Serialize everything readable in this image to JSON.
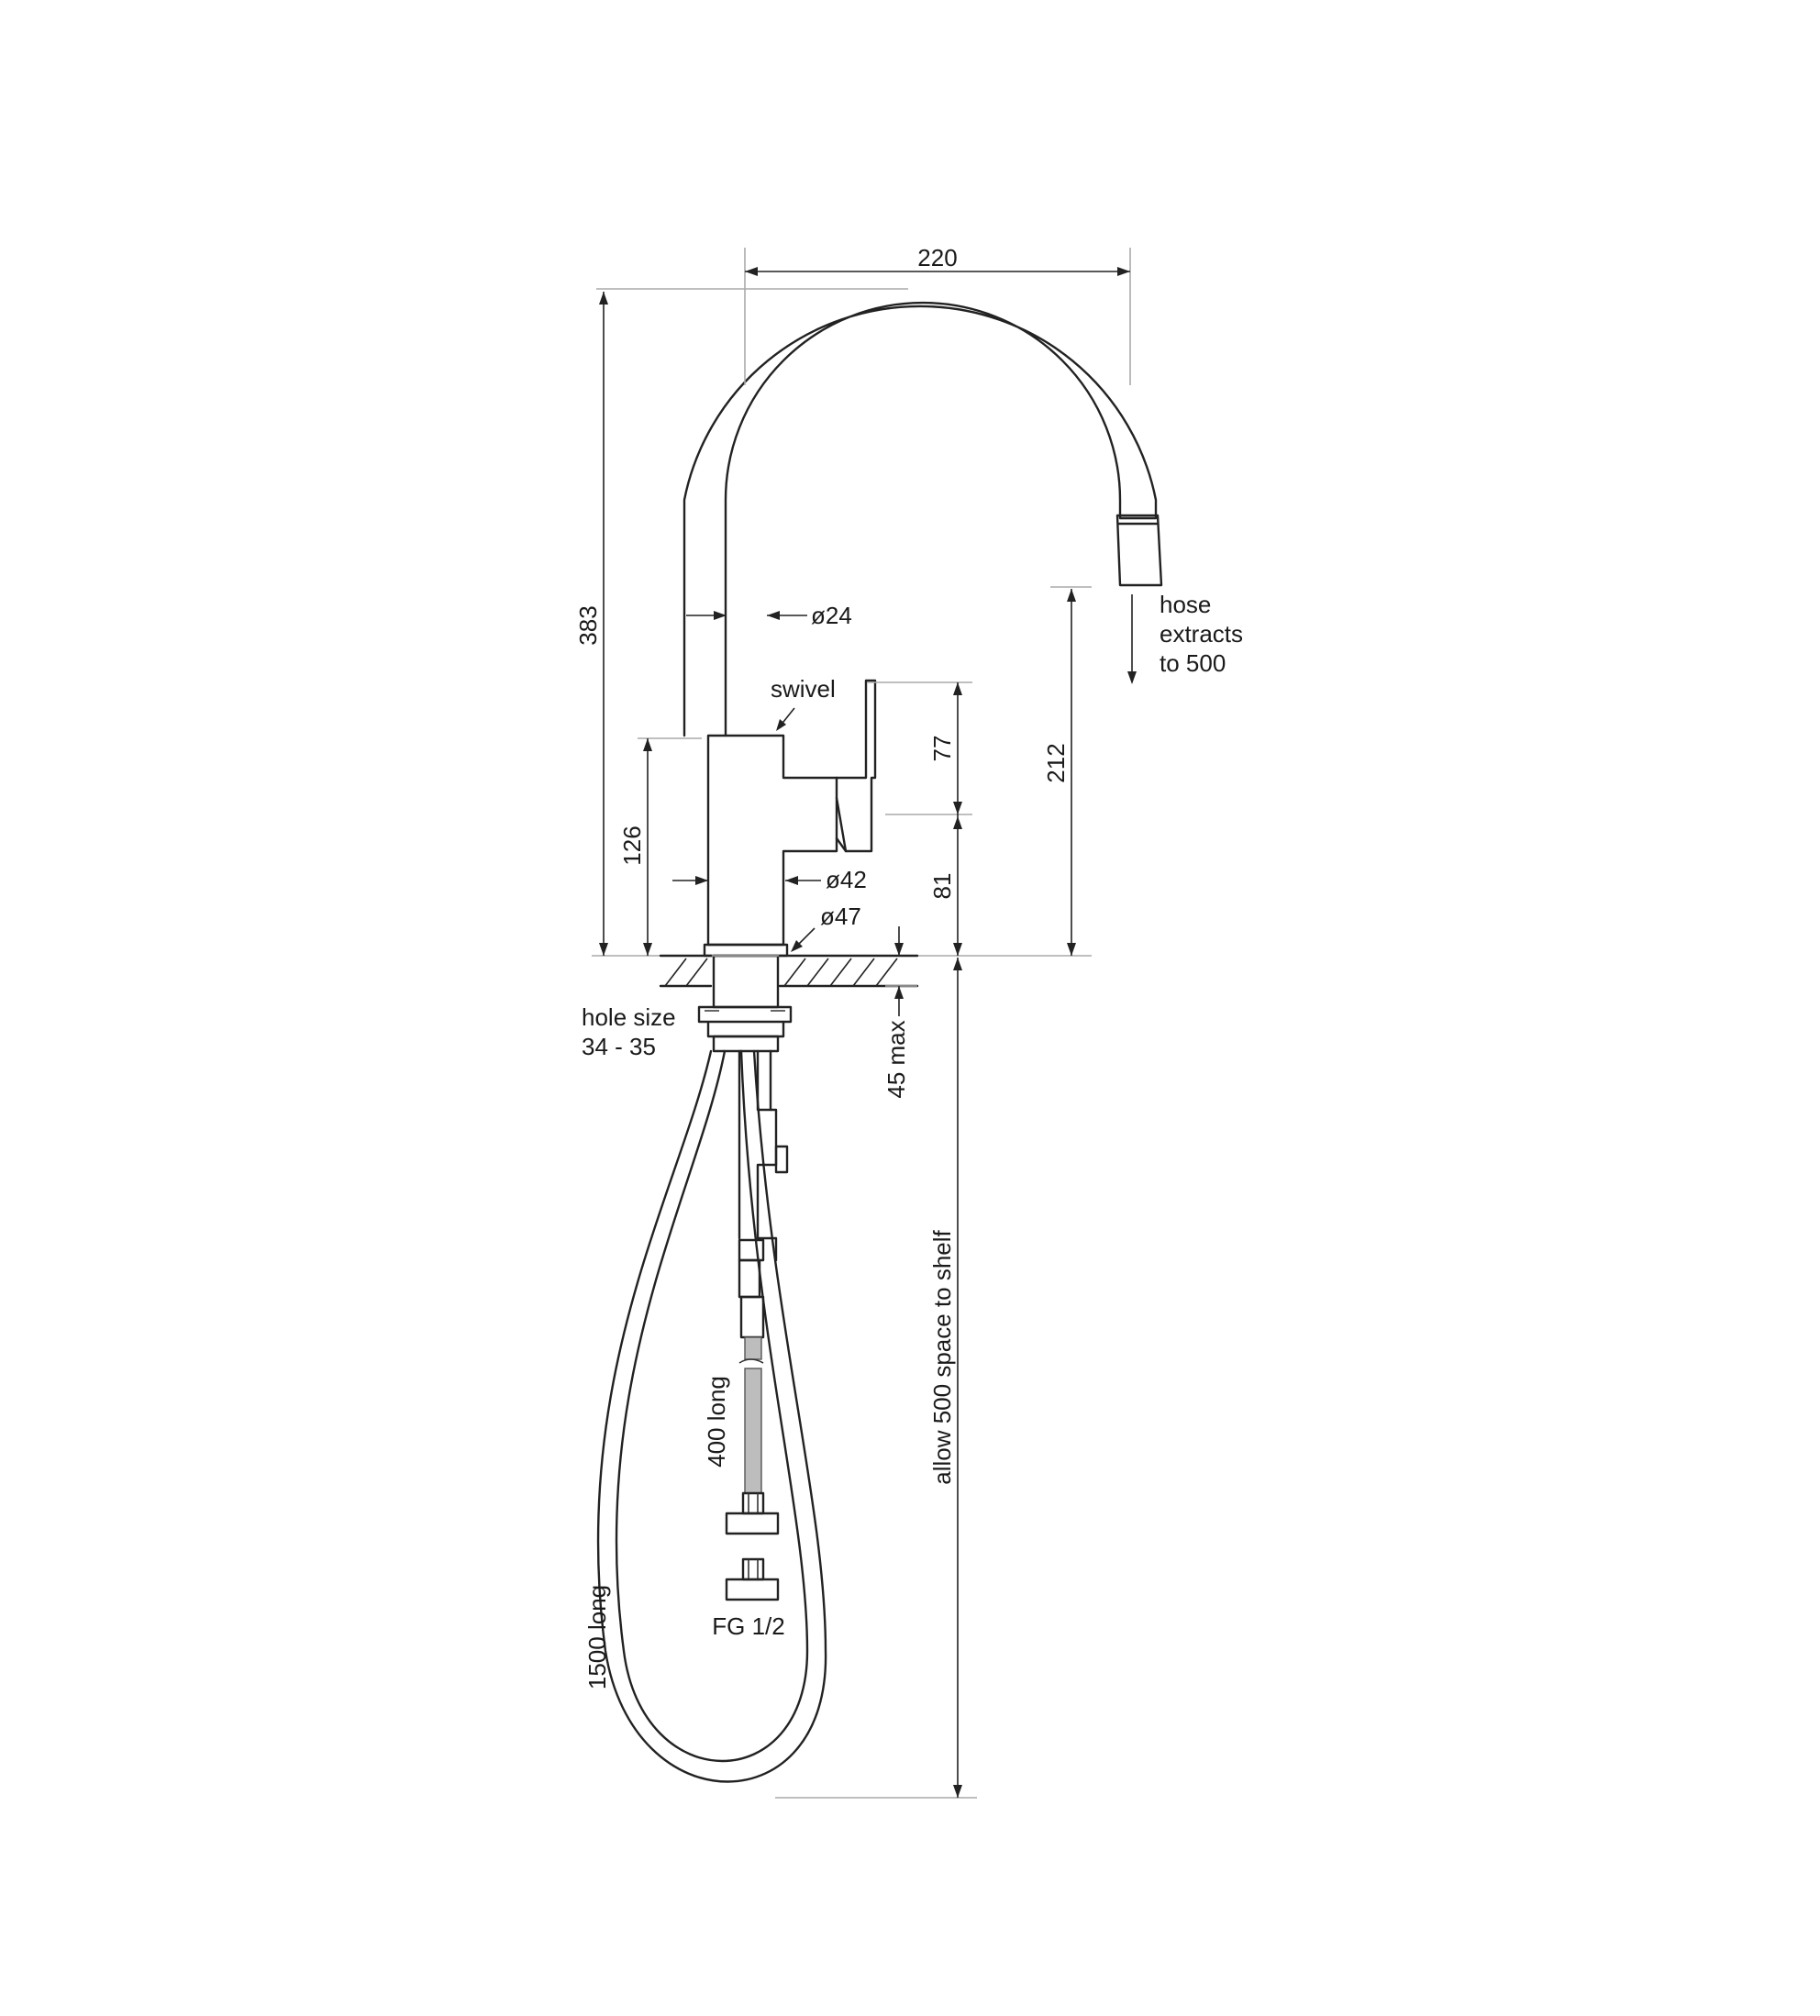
{
  "dimensions": {
    "spout_reach": "220",
    "overall_height": "383",
    "spout_diameter": "ø24",
    "swivel_label": "swivel",
    "lever_height": "77",
    "body_height": "126",
    "spout_clearance": "212",
    "body_diameter": "ø42",
    "lever_base_height": "81",
    "base_diameter": "ø47",
    "bench_thickness": "45 max",
    "shelf_space": "allow 500 space to shelf"
  },
  "notes": {
    "hose_line1": "hose",
    "hose_line2": "extracts",
    "hose_line3": "to 500",
    "hole_line1": "hole size",
    "hole_line2": "34 - 35",
    "supply_hose": "400 long",
    "pullout_hose": "1500 long",
    "connector": "FG 1/2"
  }
}
